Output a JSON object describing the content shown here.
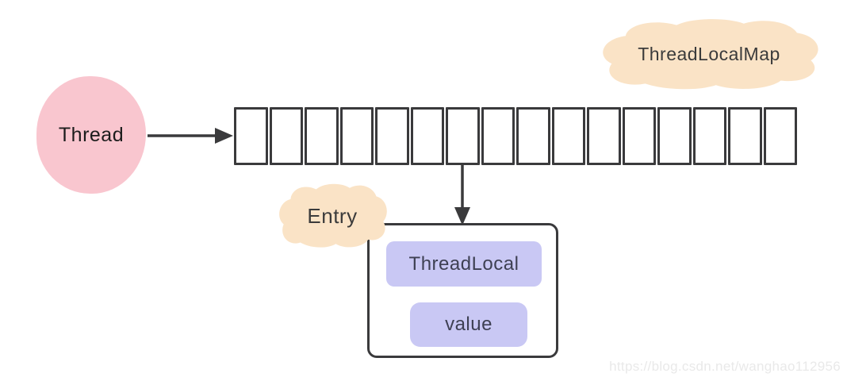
{
  "diagram": {
    "thread": {
      "label": "Thread",
      "fill": "#f9c6cf"
    },
    "map": {
      "callout_label": "ThreadLocalMap",
      "cloud_fill": "#fae3c6",
      "slot_count": 16,
      "arrow_slot_index": 6
    },
    "entry": {
      "callout_label": "Entry",
      "cloud_fill": "#fae3c6",
      "field_fill": "#c9c8f4",
      "fields": [
        {
          "label": "ThreadLocal"
        },
        {
          "label": "value"
        }
      ]
    },
    "colors": {
      "line": "#3a3a3c",
      "field_text": "#3e4053",
      "label_text": "#3b3b3b",
      "watermark_text": "#e9e9e9"
    },
    "watermark": "https://blog.csdn.net/wanghao112956"
  }
}
